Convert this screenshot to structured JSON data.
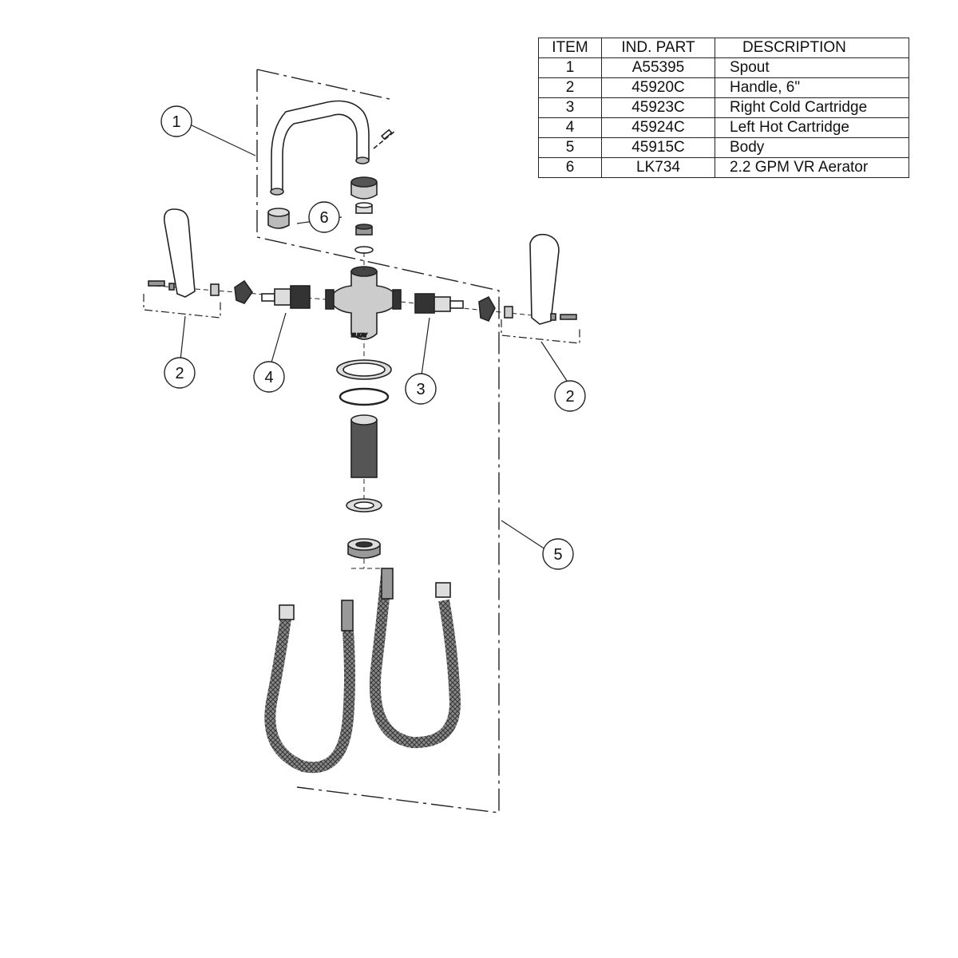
{
  "table": {
    "headers": {
      "item": "ITEM",
      "part": "IND. PART",
      "description": "DESCRIPTION"
    },
    "rows": [
      {
        "item": "1",
        "part": "A55395",
        "description": "Spout"
      },
      {
        "item": "2",
        "part": "45920C",
        "description": "Handle, 6\""
      },
      {
        "item": "3",
        "part": "45923C",
        "description": "Right Cold Cartridge"
      },
      {
        "item": "4",
        "part": "45924C",
        "description": "Left Hot Cartridge"
      },
      {
        "item": "5",
        "part": "45915C",
        "description": "Body"
      },
      {
        "item": "6",
        "part": "LK734",
        "description": "2.2 GPM VR Aerator"
      }
    ]
  },
  "callouts": {
    "spout": "1",
    "handle_left": "2",
    "handle_right": "2",
    "cold_cartridge": "3",
    "hot_cartridge": "4",
    "body": "5",
    "aerator": "6"
  },
  "body_brand": "ELKAY",
  "colors": {
    "line": "#222222",
    "part_fill": "#d9d9d9",
    "dark_fill": "#333333",
    "hose_fill": "#666666"
  }
}
